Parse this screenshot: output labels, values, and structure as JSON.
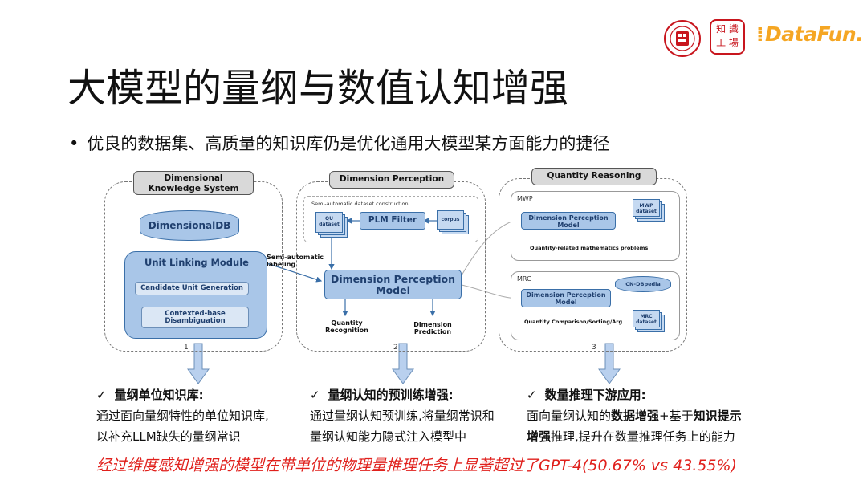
{
  "logos": {
    "seal_icon": "fudan-university-seal",
    "zhishi_text": "知 識 工 場",
    "datafun_text": "DataFun."
  },
  "title": "大模型的量纲与数值认知增强",
  "bullet": "优良的数据集、高质量的知识库仍是优化通用大模型某方面能力的捷径",
  "diagram": {
    "panel1": {
      "tab": "Dimensional Knowledge System",
      "db": "DimensionalDB",
      "module": "Unit Linking Module",
      "item1": "Candidate Unit Generation",
      "item2": "Contexted-base Disambiguation",
      "number": "1"
    },
    "semi_label": "Semi-automatic labeling",
    "panel2": {
      "tab": "Dimension Perception",
      "inner_label": "Semi-automatic dataset construction",
      "qu_dataset": "QU dataset",
      "plm_filter": "PLM Filter",
      "corpus": "corpus",
      "model": "Dimension Perception Model",
      "out1": "Quantity Recognition",
      "out2": "Dimension Prediction",
      "number": "2"
    },
    "panel3": {
      "tab": "Quantity Reasoning",
      "mwp_label": "MWP",
      "mwp_model": "Dimension Perception Model",
      "mwp_dataset": "MWP dataset",
      "mwp_caption": "Quantity-related mathematics problems",
      "mrc_label": "MRC",
      "mrc_model": "Dimension Perception Model",
      "cndb": "CN-DBpedia",
      "mrc_dataset": "MRC dataset",
      "mrc_caption": "Quantity Comparison/Sorting/Arg",
      "number": "3"
    }
  },
  "sections": [
    {
      "check": "✓",
      "heading": "量纲单位知识库:",
      "line1": "通过面向量纲特性的单位知识库,",
      "line2": "以补充LLM缺失的量纲常识"
    },
    {
      "check": "✓",
      "heading": "量纲认知的预训练增强:",
      "line1": "通过量纲认知预训练,将量纲常识和",
      "line2": "量纲认知能力隐式注入模型中"
    },
    {
      "check": "✓",
      "heading": "数量推理下游应用:",
      "line1_a": "面向量纲认知的",
      "line1_b": "数据增强",
      "line1_c": "+基于",
      "line1_d": "知识提示",
      "line2_a": "增强",
      "line2_b": "推理,提升在数量推理任务上的能力"
    }
  ],
  "highlight": "经过维度感知增强的模型在带单位的物理量推理任务上显著超过了GPT-4(50.67% vs 43.55%)",
  "colors": {
    "accent_red": "#e0201c",
    "brand_red": "#c8161e",
    "datafun_orange": "#f5a623",
    "diagram_blue": "#a9c6e8",
    "arrow_blue": "#7fa9dc"
  }
}
